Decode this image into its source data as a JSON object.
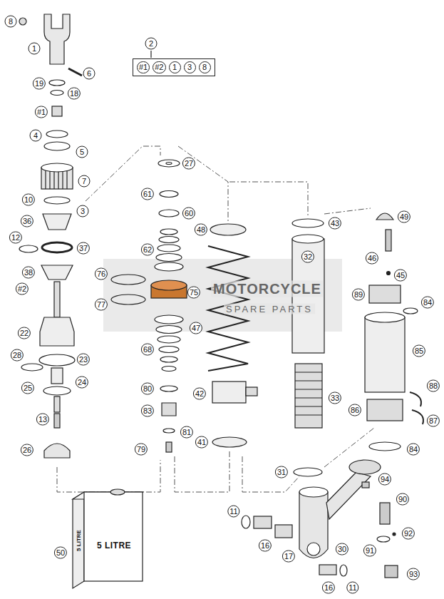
{
  "diagram": {
    "nodes": [
      {
        "text": [
          "#1",
          "#2",
          "1",
          "3",
          "8"
        ]
      }
    ],
    "labels": [
      "8",
      "1",
      "6",
      "19",
      "18",
      "#1",
      "4",
      "5",
      "7",
      "10",
      "3",
      "36",
      "12",
      "37",
      "38",
      "#2",
      "22",
      "28",
      "23",
      "24",
      "25",
      "13",
      "26",
      "2",
      "27",
      "61",
      "60",
      "62",
      "76",
      "75",
      "77",
      "68",
      "80",
      "83",
      "81",
      "79",
      "48",
      "47",
      "42",
      "41",
      "43",
      "32",
      "33",
      "31",
      "49",
      "46",
      "45",
      "89",
      "84",
      "85",
      "86",
      "88",
      "87",
      "84",
      "94",
      "11",
      "16",
      "17",
      "90",
      "92",
      "91",
      "30",
      "16",
      "11",
      "93",
      "50",
      "5 LITRE",
      "5 LITRE",
      "MOTORCYCLE",
      "SPARE PARTS"
    ]
  }
}
